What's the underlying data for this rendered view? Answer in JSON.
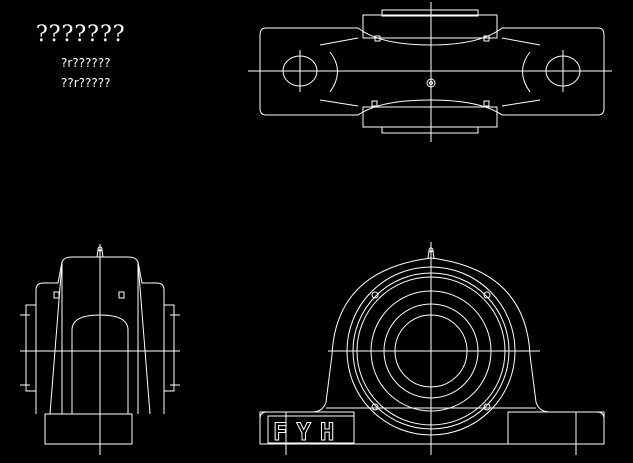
{
  "title_block": {
    "line1": "???????",
    "line2": "?r??????",
    "line3": "??r?????"
  },
  "logo_text": "FYH",
  "colors": {
    "background": "#000000",
    "line": "#ffffff"
  }
}
